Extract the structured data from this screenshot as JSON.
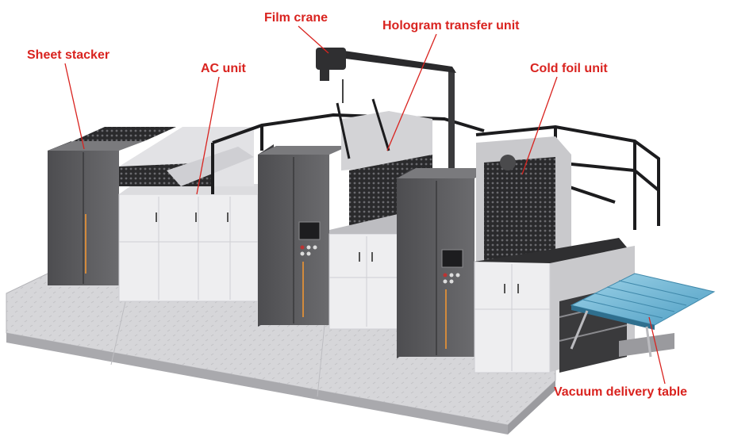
{
  "labels": {
    "film_crane": "Film crane",
    "hologram_transfer_unit": "Hologram transfer unit",
    "sheet_stacker": "Sheet stacker",
    "ac_unit": "AC unit",
    "cold_foil_unit": "Cold foil unit",
    "vacuum_delivery_table": "Vacuum delivery table"
  },
  "colors": {
    "label_red": "#d9231f",
    "panel_dark": "#5b5b5e",
    "cabinet_white": "#eeeef0",
    "platform_grey": "#d3d3d6",
    "frame_black": "#1c1c1e",
    "belt_blue": "#6fb7d6",
    "accent_orange": "#d28a3c"
  }
}
